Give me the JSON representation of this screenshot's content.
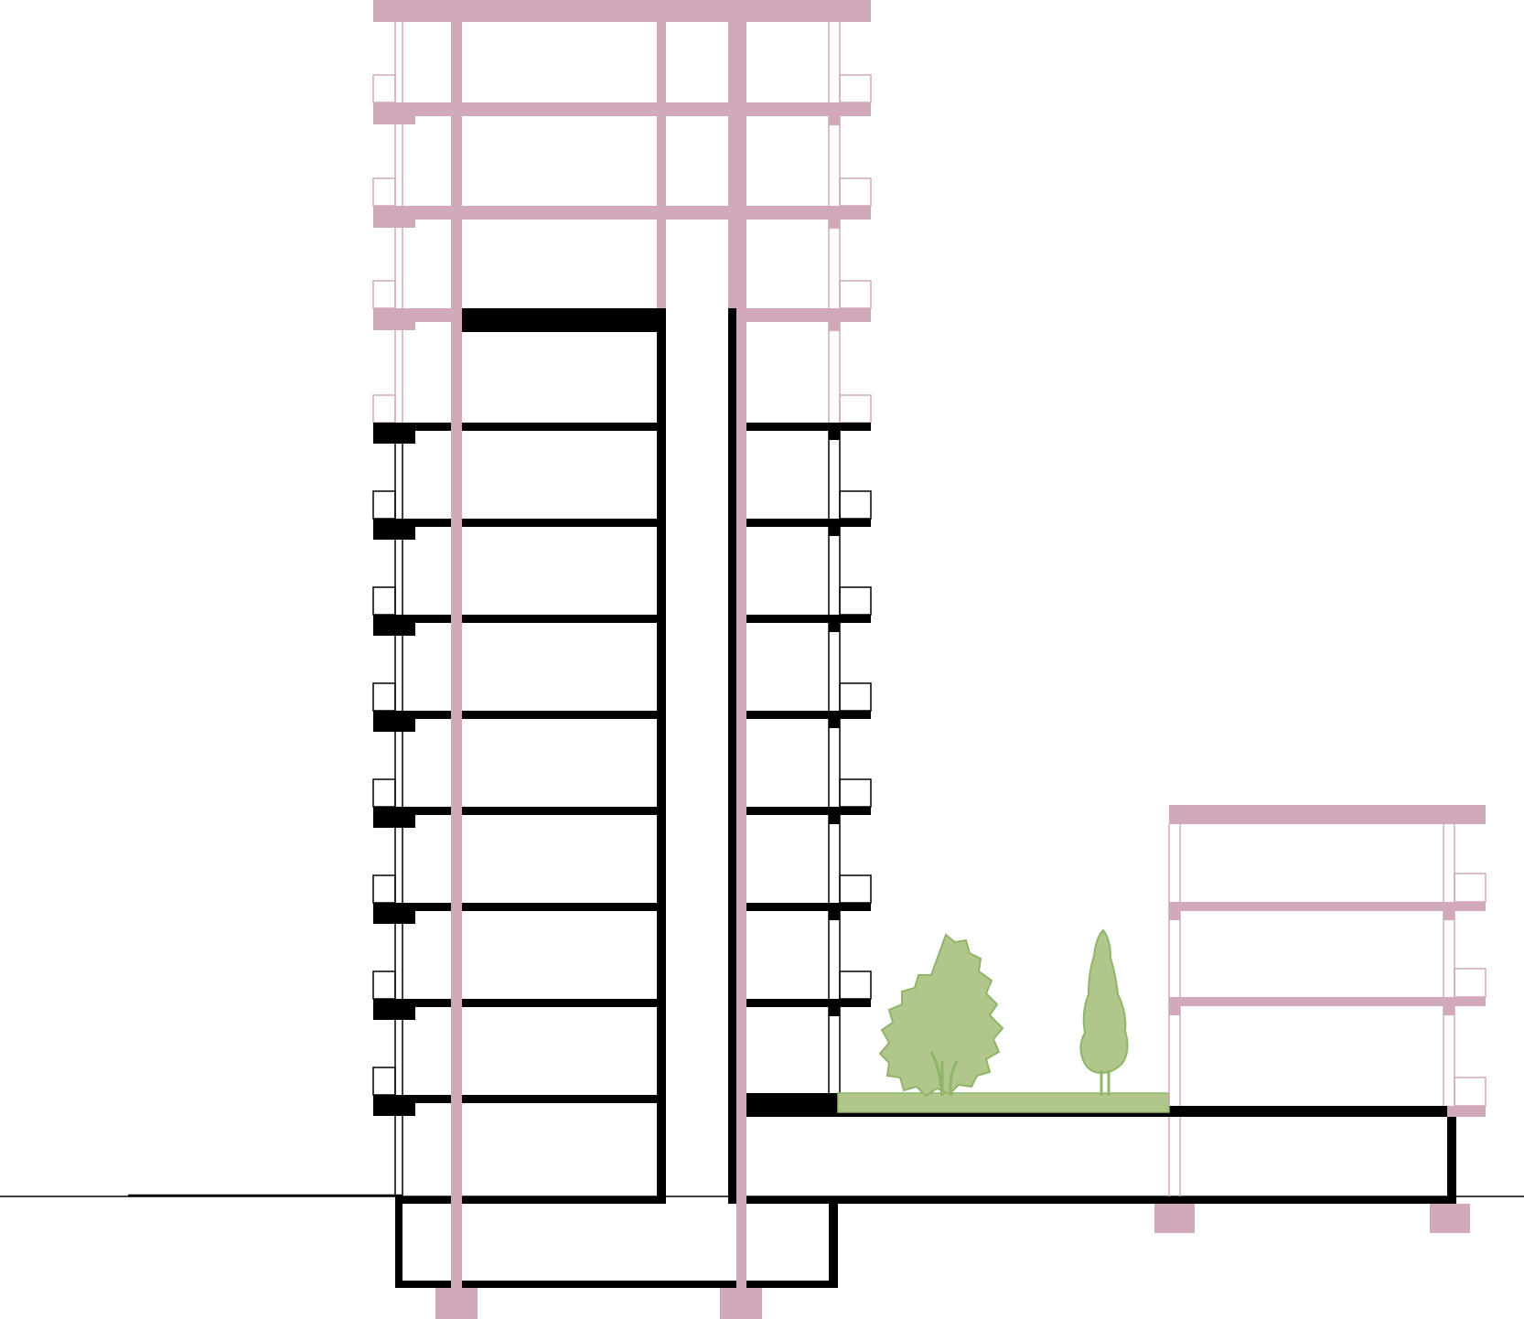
{
  "drawing": {
    "kind": "architectural building section (elevation cut)",
    "colors": {
      "new_structure": "#d2a8bb",
      "existing_structure": "#000000",
      "landscape_fill": "#b0c68b",
      "landscape_stroke": "#8fb56a",
      "ground_line": "#000000",
      "background": "#ffffff"
    },
    "tower": {
      "existing_floor_levels": 8,
      "new_floor_levels_added": 3,
      "basement_levels": 1
    },
    "low_block": {
      "podium_levels": 1,
      "new_floor_levels_added": 3
    },
    "courtyard": {
      "trees": [
        "broadleaf-tree-icon",
        "cypress-tree-icon"
      ]
    }
  }
}
